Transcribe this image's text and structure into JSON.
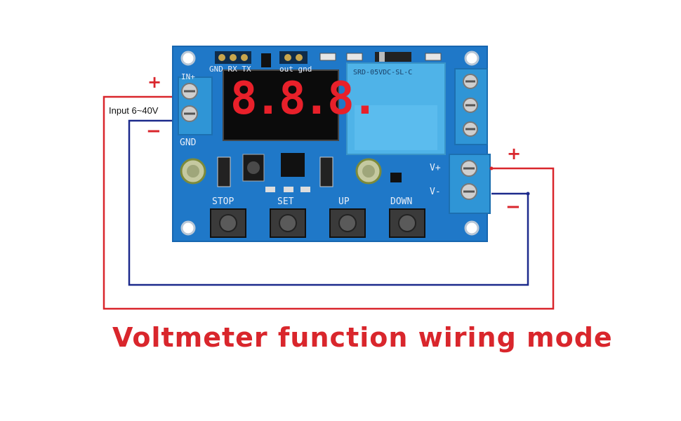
{
  "diagram": {
    "title": "Voltmeter function wiring mode",
    "input_label": "Input 6~40V",
    "input_plus": "+",
    "input_minus": "−",
    "output_plus": "+",
    "output_minus": "−"
  },
  "board": {
    "top_header": "GND RX TX",
    "top_header2": "out gnd",
    "in_terminal": "IN+",
    "gnd_label": "GND",
    "relay_text": "SRD-05VDC-SL-C",
    "vplus": "V+",
    "vminus": "V-",
    "buttons": [
      "STOP",
      "SET",
      "UP",
      "DOWN"
    ],
    "display": "8.8.8."
  },
  "colors": {
    "red_wire": "#d9262c",
    "blue_wire": "#1c2a8c",
    "pcb": "#1f78c8",
    "terminal": "#2f95d6",
    "relay": "#4fb3e8"
  }
}
